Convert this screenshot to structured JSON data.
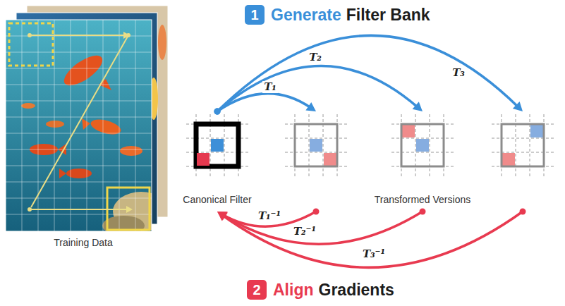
{
  "diagram": {
    "nodes": [
      {
        "text": [
          "Training Data"
        ]
      },
      {
        "text": [
          "Canonical Filter"
        ]
      },
      {
        "text": []
      },
      {
        "text": [
          "Transformed Versions"
        ]
      },
      {
        "text": []
      }
    ],
    "edges": [
      {
        "from": 1,
        "to": 2,
        "arrow": "to",
        "label": "T₁"
      },
      {
        "from": 1,
        "to": 3,
        "arrow": "to",
        "label": "T₂"
      },
      {
        "from": 1,
        "to": 4,
        "arrow": "to",
        "label": "T₃"
      },
      {
        "from": 2,
        "to": 1,
        "arrow": "to",
        "label": "T₁⁻¹"
      },
      {
        "from": 3,
        "to": 1,
        "arrow": "to",
        "label": "T₂⁻¹"
      },
      {
        "from": 4,
        "to": 1,
        "arrow": "to",
        "label": "T₃⁻¹"
      }
    ],
    "labels": [
      "1",
      "Generate",
      "Filter Bank",
      "2",
      "Align",
      "Gradients"
    ]
  }
}
